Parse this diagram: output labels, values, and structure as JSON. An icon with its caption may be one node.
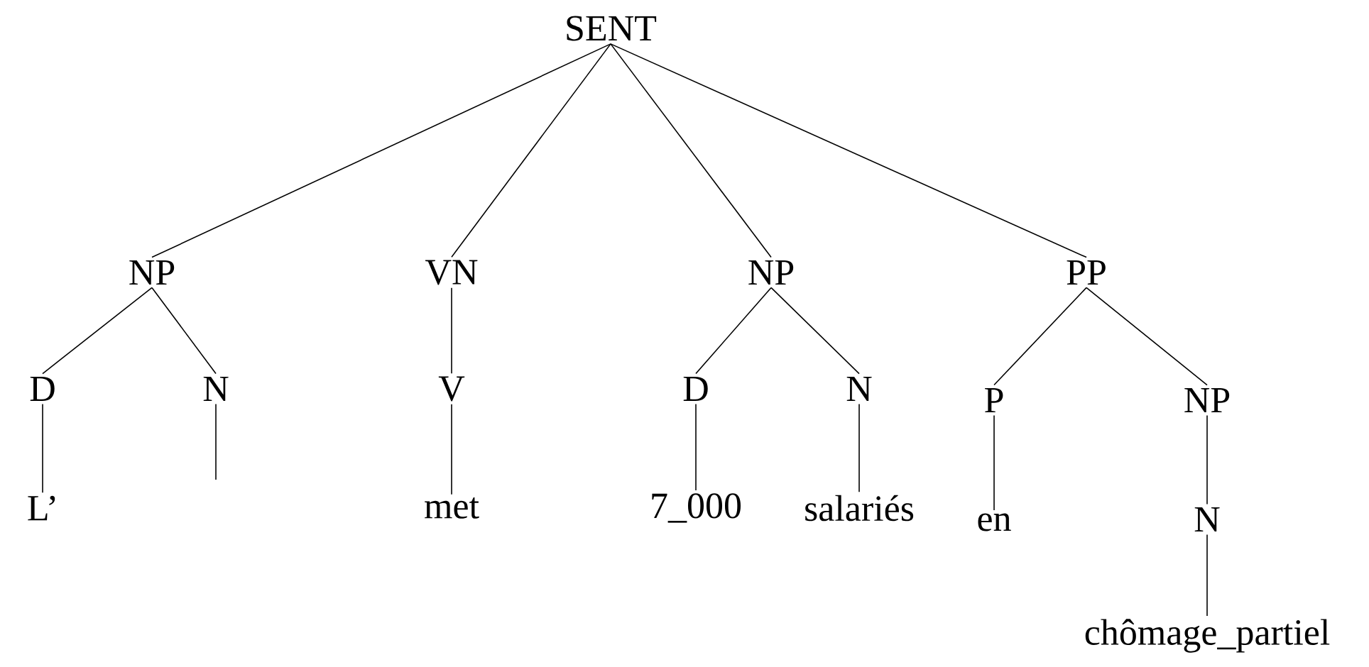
{
  "diagram": {
    "nodes": [
      {
        "text": [
          "SENT"
        ]
      },
      {
        "text": [
          "NP"
        ]
      },
      {
        "text": [
          "VN"
        ]
      },
      {
        "text": [
          "NP"
        ]
      },
      {
        "text": [
          "PP"
        ]
      },
      {
        "text": [
          "D"
        ]
      },
      {
        "text": [
          "N"
        ]
      },
      {
        "text": [
          "V"
        ]
      },
      {
        "text": [
          "D"
        ]
      },
      {
        "text": [
          "N"
        ]
      },
      {
        "text": [
          "P"
        ]
      },
      {
        "text": [
          "NP"
        ]
      },
      {
        "text": [
          "L’"
        ]
      },
      {
        "text": [
          "met"
        ]
      },
      {
        "text": [
          "7_000"
        ]
      },
      {
        "text": [
          "salariés"
        ]
      },
      {
        "text": [
          "en"
        ]
      },
      {
        "text": [
          "N"
        ]
      },
      {
        "text": [
          "chômage_partiel"
        ]
      }
    ],
    "edges": [
      {
        "from": 0,
        "to": 1,
        "arrow": "none"
      },
      {
        "from": 0,
        "to": 2,
        "arrow": "none"
      },
      {
        "from": 0,
        "to": 3,
        "arrow": "none"
      },
      {
        "from": 0,
        "to": 4,
        "arrow": "none"
      },
      {
        "from": 1,
        "to": 5,
        "arrow": "none"
      },
      {
        "from": 1,
        "to": 6,
        "arrow": "none"
      },
      {
        "from": 2,
        "to": 7,
        "arrow": "none"
      },
      {
        "from": 3,
        "to": 8,
        "arrow": "none"
      },
      {
        "from": 3,
        "to": 9,
        "arrow": "none"
      },
      {
        "from": 4,
        "to": 10,
        "arrow": "none"
      },
      {
        "from": 4,
        "to": 11,
        "arrow": "none"
      },
      {
        "from": 5,
        "to": 12,
        "arrow": "none"
      },
      {
        "from": 6,
        "to": null,
        "arrow": "none"
      },
      {
        "from": 7,
        "to": 13,
        "arrow": "none"
      },
      {
        "from": 8,
        "to": 14,
        "arrow": "none"
      },
      {
        "from": 9,
        "to": 15,
        "arrow": "none"
      },
      {
        "from": 10,
        "to": 16,
        "arrow": "none"
      },
      {
        "from": 11,
        "to": 17,
        "arrow": "none"
      },
      {
        "from": 17,
        "to": 18,
        "arrow": "none"
      }
    ]
  }
}
